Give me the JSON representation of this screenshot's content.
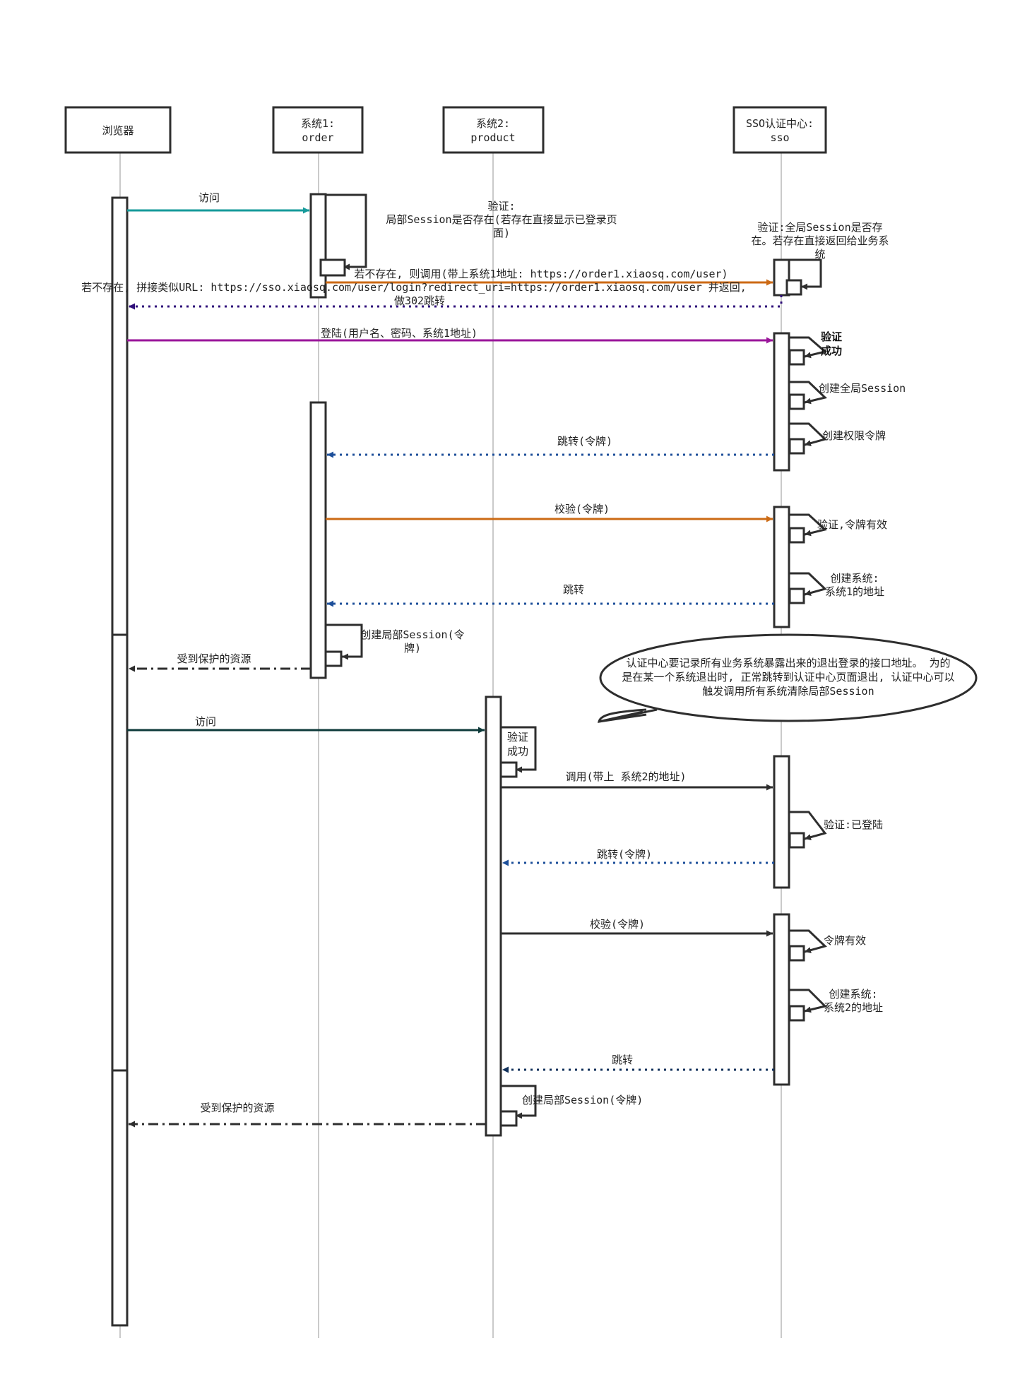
{
  "participants": [
    {
      "id": "browser",
      "lines": [
        "浏览器"
      ]
    },
    {
      "id": "order",
      "lines": [
        "系统1:",
        "order"
      ]
    },
    {
      "id": "product",
      "lines": [
        "系统2:",
        "product"
      ]
    },
    {
      "id": "sso",
      "lines": [
        "SSO认证中心:",
        "sso"
      ]
    }
  ],
  "messages": {
    "m1": "访问",
    "m2": "若不存在, 则调用(带上系统1地址:  https://order1.xiaosq.com/user)",
    "m3a": "若不存在, 拼接类似URL: https://sso.xiaosq.com/user/login?redirect_uri=https://order1.xiaosq.com/user  并返回,",
    "m3b": "做302跳转",
    "m4": "登陆(用户名、密码、系统1地址)",
    "m5": "跳转(令牌)",
    "m6": "校验(令牌)",
    "m7": "跳转",
    "m8": "受到保护的资源",
    "m9": "访问",
    "m10": "调用(带上 系统2的地址)",
    "m11": "跳转(令牌)",
    "m12": "校验(令牌)",
    "m13": "跳转",
    "m14": "受到保护的资源"
  },
  "self_calls": {
    "s1": [
      "验证:",
      "局部Session是否存在(若存在直接显示已登录页",
      "面)"
    ],
    "s2": [
      "验证:全局Session是否存",
      "在。若存在直接返回给业务系",
      "统"
    ],
    "s3": [
      "验证",
      "成功"
    ],
    "s4": "创建全局Session",
    "s5": "创建权限令牌",
    "s6": "验证,令牌有效",
    "s7": [
      "创建系统:",
      "系统1的地址"
    ],
    "s8": [
      "创建局部Session(令",
      "牌)"
    ],
    "s9": [
      "验证",
      "成功"
    ],
    "s10": "验证:已登陆",
    "s11": "令牌有效",
    "s12": [
      "创建系统:",
      "系统2的地址"
    ],
    "s13": "创建局部Session(令牌)"
  },
  "note": [
    "认证中心要记录所有业务系统暴露出来的退出登录的接口地址。 为的",
    "是在某一个系统退出时, 正常跳转到认证中心页面退出, 认证中心可以",
    "触发调用所有系统清除局部Session"
  ],
  "colors": {
    "teal": "#169a9a",
    "orange": "#cc6a14",
    "navy_purple": "#2f0f7a",
    "purple": "#9a159a",
    "blue_dotted": "#1d4f9a",
    "dark_teal": "#0e3a3a",
    "dark": "#2e2e2e",
    "navy": "#0f2f5a",
    "lifeline": "#b8b8b8"
  }
}
